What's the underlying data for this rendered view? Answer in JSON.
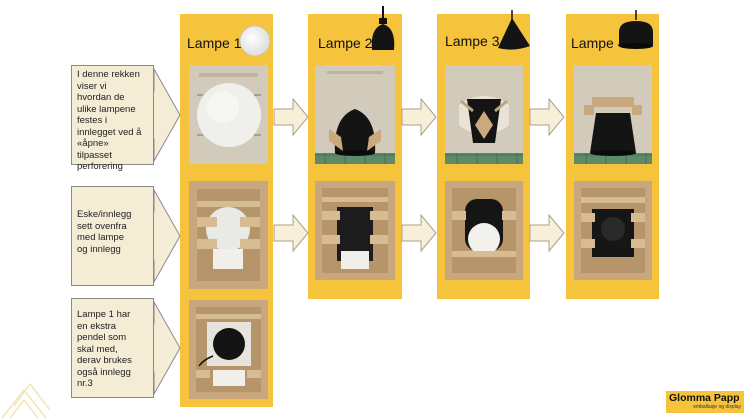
{
  "lamps": [
    {
      "label": "Lampe 1",
      "icon": "round-globe-lamp-icon"
    },
    {
      "label": "Lampe 2",
      "icon": "black-dome-pendant-icon"
    },
    {
      "label": "Lampe 3",
      "icon": "black-cone-pendant-icon"
    },
    {
      "label": "Lampe 4",
      "icon": "black-wide-drum-pendant-icon"
    }
  ],
  "notes": [
    {
      "lines": [
        "I denne rekken",
        "viser vi",
        "hvordan de",
        "ulike lampene",
        "festes i",
        "innlegget ved å",
        "«åpne»",
        "tilpasset",
        "perforering"
      ]
    },
    {
      "lines": [
        "Eske/innlegg",
        "sett ovenfra",
        "med lampe",
        "og innlegg"
      ]
    },
    {
      "lines": [
        "Lampe 1 har",
        "en ekstra",
        "pendel som",
        "skal med,",
        "derav brukes",
        "også innlegg",
        "nr.3"
      ]
    }
  ],
  "brand": {
    "name": "Glomma Papp",
    "tagline": "emballasje og display"
  },
  "colors": {
    "column_yellow": "#f6c33d",
    "note_fill": "#f4ecd5",
    "arrow_fill": "#f7efd7",
    "cardboard": "#c8a77e",
    "lamp_black": "#141414"
  }
}
